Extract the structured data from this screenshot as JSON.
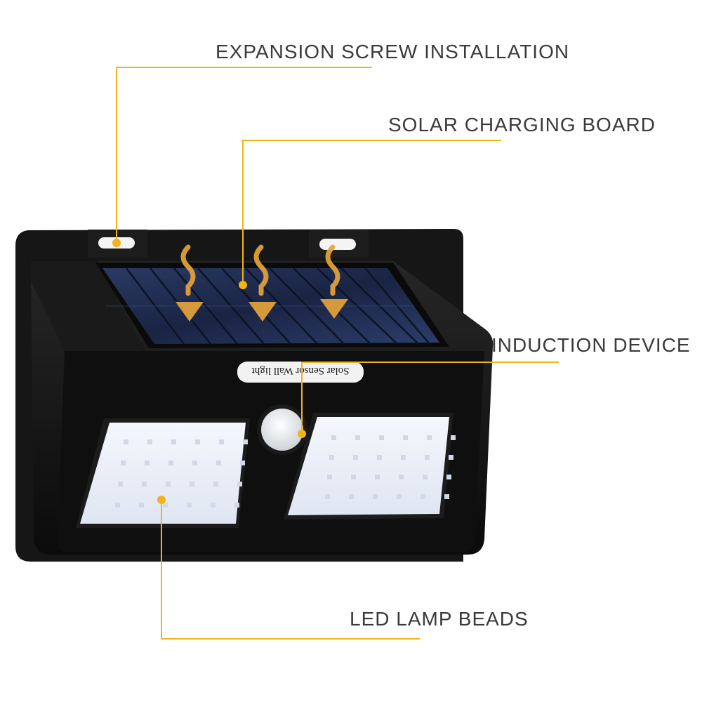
{
  "labels": {
    "expansion_screw": "EXPANSION SCREW INSTALLATION",
    "solar_board": "SOLAR CHARGING BOARD",
    "induction": "INDUCTION DEVICE",
    "led_beads": "LED LAMP BEADS"
  },
  "product_badge": "Solar Sensor Wall light",
  "colors": {
    "callout": "#f2b21c",
    "body": "#121212",
    "solar_panel": "#1e2a4a",
    "led_panel": "#eef3fb"
  }
}
